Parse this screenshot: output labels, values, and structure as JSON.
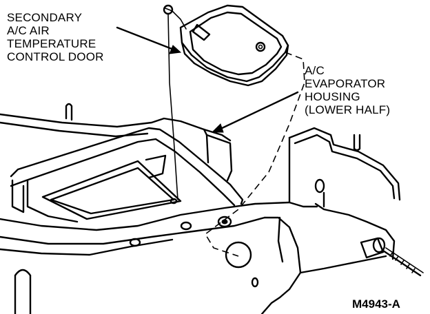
{
  "labels": {
    "door": [
      "SECONDARY",
      "A/C AIR",
      "TEMPERATURE",
      "CONTROL DOOR"
    ],
    "housing": [
      "A/C",
      "EVAPORATOR",
      "HOUSING",
      "(LOWER HALF)"
    ]
  },
  "figure_id": "M4943-A"
}
